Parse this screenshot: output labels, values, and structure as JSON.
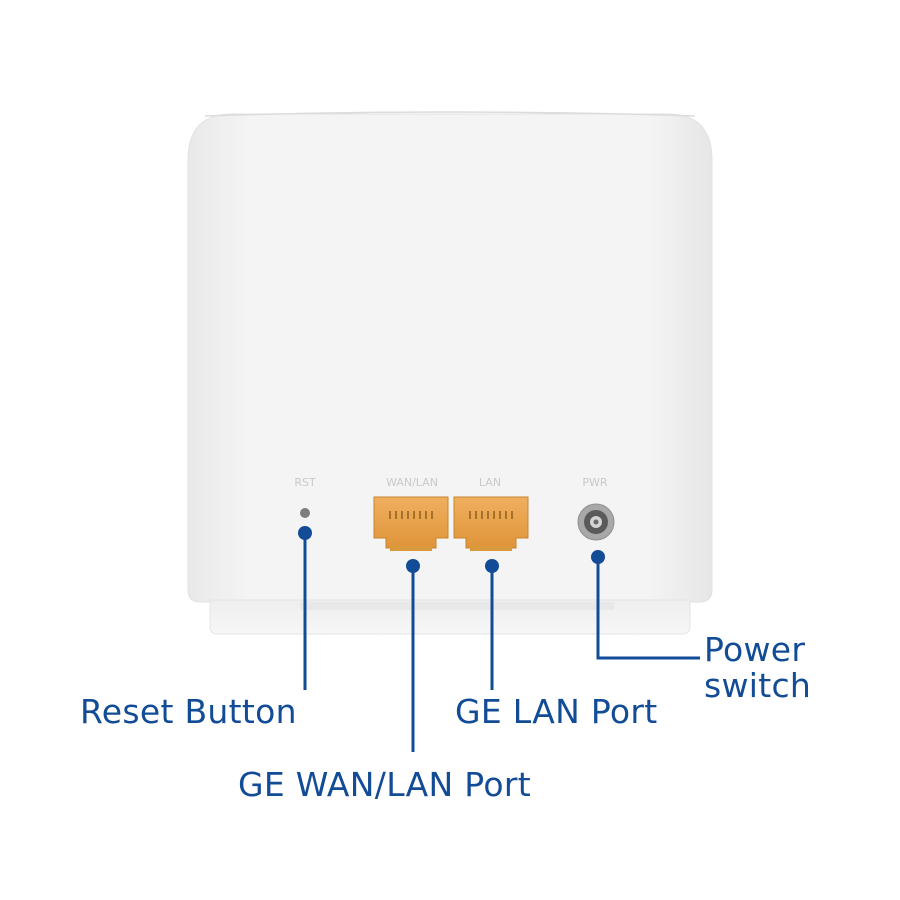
{
  "device": {
    "port_labels": {
      "rst": "RST",
      "wan_lan": "WAN/LAN",
      "lan": "LAN",
      "pwr": "PWR"
    }
  },
  "callouts": {
    "reset": "Reset Button",
    "wan_lan": "GE WAN/LAN Port",
    "lan": "GE LAN Port",
    "power_line1": "Power",
    "power_line2": "switch"
  },
  "colors": {
    "accent": "#124b96",
    "port_orange": "#e8a24a",
    "body": "#f3f3f3"
  }
}
